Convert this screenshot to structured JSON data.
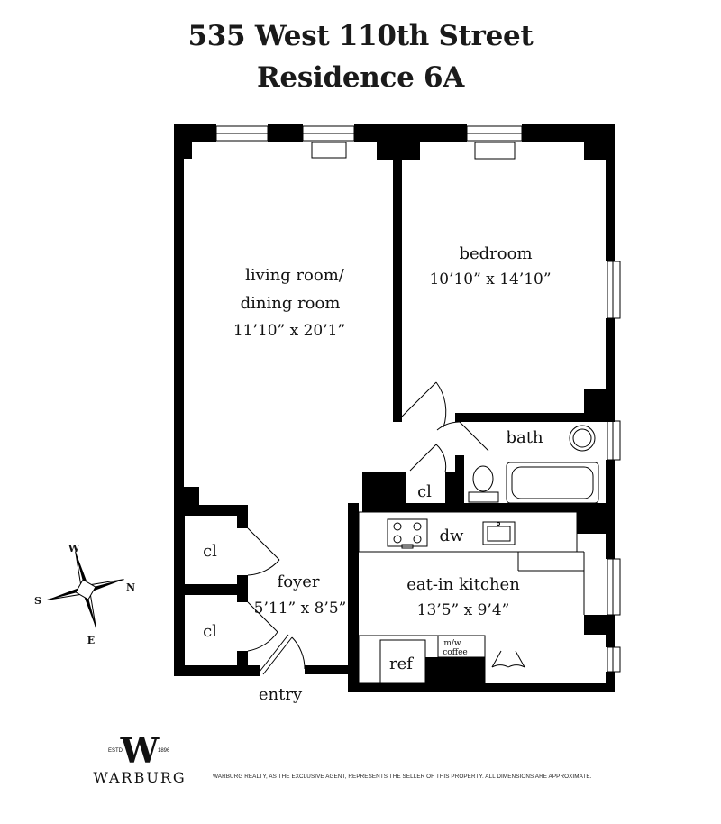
{
  "header": {
    "address": "535 West 110th Street",
    "residence": "Residence 6A"
  },
  "rooms": {
    "living_name_1": "living room/",
    "living_name_2": "dining room",
    "living_dims": "11’10” x 20’1”",
    "bedroom_name": "bedroom",
    "bedroom_dims": "10’10” x 14’10”",
    "bath_name": "bath",
    "closet_1": "cl",
    "closet_2": "cl",
    "closet_3": "cl",
    "dw": "dw",
    "foyer_name": "foyer",
    "foyer_dims": "5’11” x 8’5”",
    "kitchen_name": "eat-in kitchen",
    "kitchen_dims": "13’5” x 9’4”",
    "ref": "ref",
    "mw": "m/w",
    "coffee": "coffee",
    "entry": "entry"
  },
  "compass": {
    "north": "N",
    "south": "S",
    "east": "E",
    "west": "W"
  },
  "brand": {
    "estd": "ESTD",
    "year": "1896",
    "name": "WARBURG",
    "disclaimer": "WARBURG REALTY, AS THE EXCLUSIVE AGENT, REPRESENTS THE SELLER OF THIS PROPERTY.  ALL DIMENSIONS ARE APPROXIMATE."
  }
}
